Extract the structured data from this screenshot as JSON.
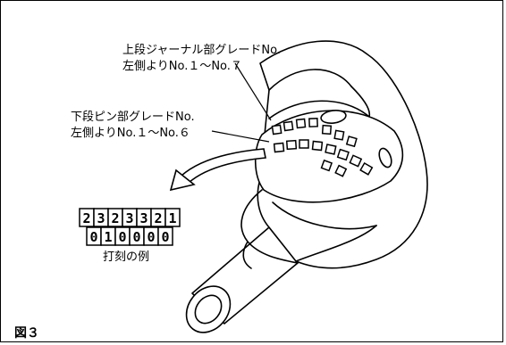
{
  "figure": {
    "caption": "図３"
  },
  "labels": {
    "upper_line1": "上段ジャーナル部グレードNo.",
    "upper_line2": "左側よりNo.１～No.７",
    "lower_line1": "下段ピン部グレードNo.",
    "lower_line2": "左側よりNo.１～No.６",
    "stamp_caption": "打刻の例"
  },
  "stamp_example": {
    "upper_row": [
      "2",
      "3",
      "2",
      "3",
      "3",
      "2",
      "1"
    ],
    "lower_row": [
      "0",
      "1",
      "0",
      "0",
      "0",
      "0"
    ]
  }
}
